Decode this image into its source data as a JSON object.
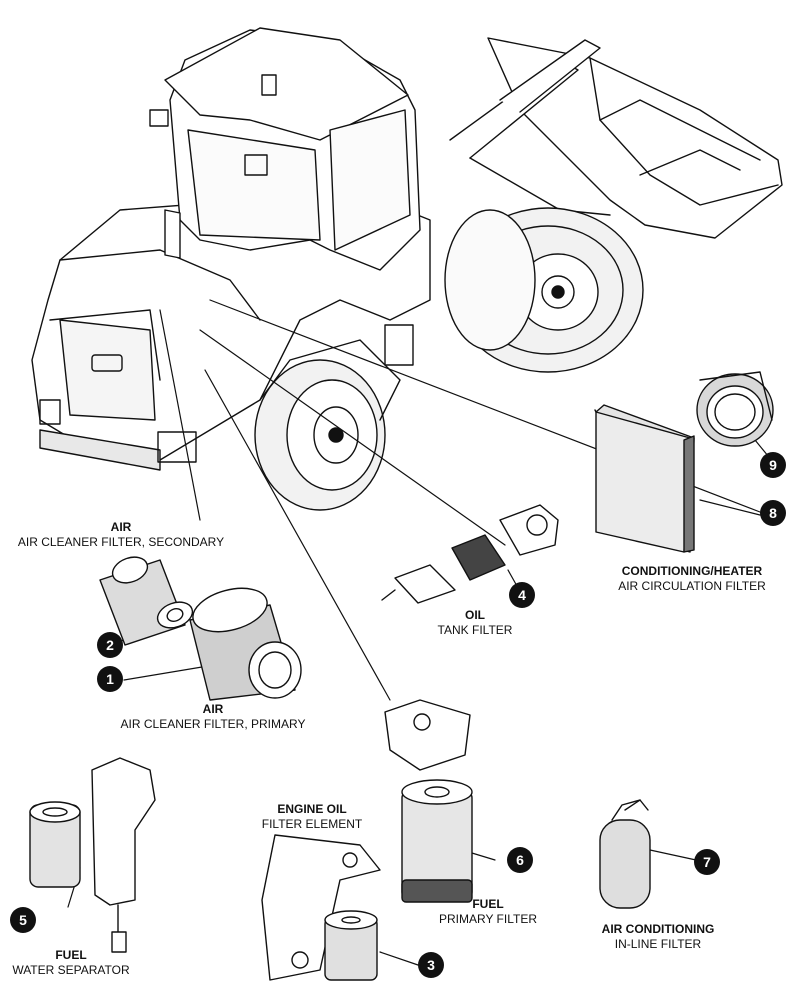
{
  "labels": {
    "air_secondary": {
      "title": "AIR",
      "subtitle": "AIR CLEANER FILTER, SECONDARY"
    },
    "air_primary": {
      "title": "AIR",
      "subtitle": "AIR CLEANER FILTER, PRIMARY"
    },
    "oil_tank": {
      "title": "OIL",
      "subtitle": "TANK FILTER"
    },
    "cond_heater": {
      "title": "CONDITIONING/HEATER",
      "subtitle": "AIR CIRCULATION FILTER"
    },
    "engine_oil": {
      "title": "ENGINE OIL",
      "subtitle": "FILTER ELEMENT"
    },
    "fuel_primary": {
      "title": "FUEL",
      "subtitle": "PRIMARY FILTER"
    },
    "air_cond": {
      "title": "AIR CONDITIONING",
      "subtitle": "IN-LINE FILTER"
    },
    "fuel_water": {
      "title": "FUEL",
      "subtitle": "WATER SEPARATOR"
    }
  },
  "badges": [
    "1",
    "2",
    "3",
    "4",
    "5",
    "6",
    "7",
    "8",
    "9"
  ]
}
